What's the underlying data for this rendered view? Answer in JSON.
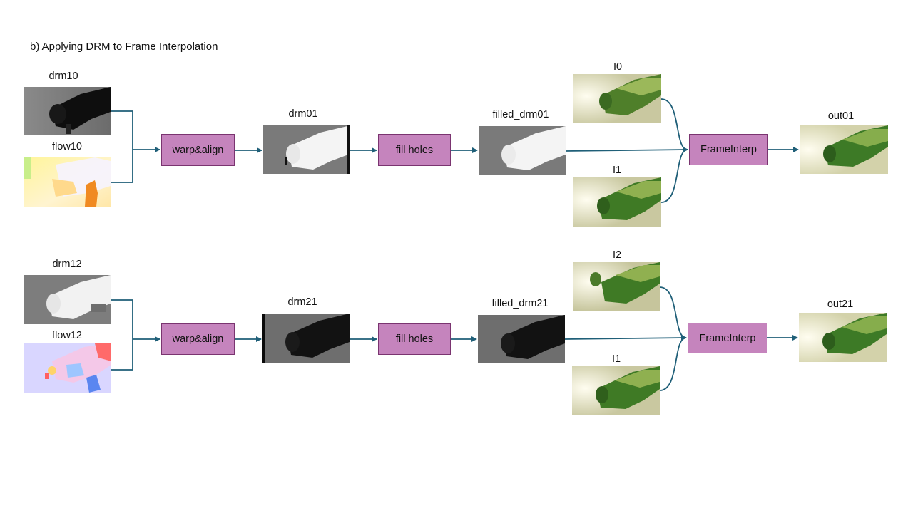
{
  "title": "b) Applying DRM to Frame Interpolation",
  "rows": [
    {
      "inputs": [
        "drm10",
        "flow10"
      ],
      "warp_label": "warp&align",
      "warped": "drm01",
      "fill_label": "fill holes",
      "filled": "filled_drm01",
      "frames": [
        "I0",
        "I1"
      ],
      "interp_label": "FrameInterp",
      "output": "out01"
    },
    {
      "inputs": [
        "drm12",
        "flow12"
      ],
      "warp_label": "warp&align",
      "warped": "drm21",
      "fill_label": "fill holes",
      "filled": "filled_drm21",
      "frames": [
        "I2",
        "I1"
      ],
      "interp_label": "FrameInterp",
      "output": "out21"
    }
  ],
  "colors": {
    "arrow": "#1f5f78",
    "box_fill": "#c584bd",
    "box_border": "#7a3470"
  }
}
